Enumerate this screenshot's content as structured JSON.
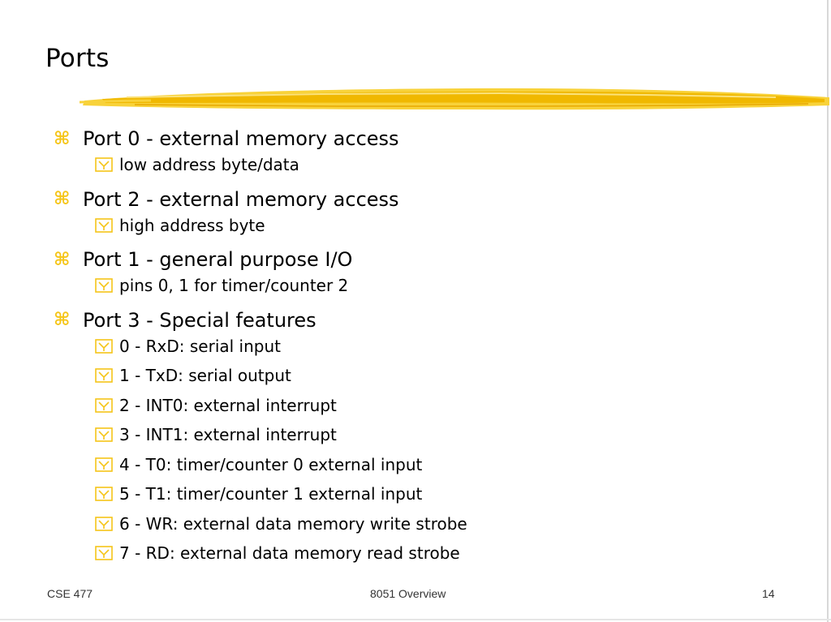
{
  "slide": {
    "title": "Ports",
    "accent_color": "#f5c518",
    "bullet_icon_level1": "command-key-icon",
    "bullet_icon_level2": "checkbox-y-icon",
    "items": [
      {
        "text": "Port 0 - external memory access",
        "children": [
          "low address byte/data"
        ]
      },
      {
        "text": "Port 2 - external memory access",
        "children": [
          "high address byte"
        ]
      },
      {
        "text": "Port 1 - general purpose I/O",
        "children": [
          "pins 0, 1 for timer/counter 2"
        ]
      },
      {
        "text": "Port 3 - Special features",
        "children": [
          "0 - RxD: serial input",
          "1 - TxD: serial output",
          "2 - INT0: external interrupt",
          "3 - INT1: external interrupt",
          "4 - T0: timer/counter 0 external input",
          "5 - T1: timer/counter 1 external input",
          "6 - WR: external data memory write strobe",
          "7 - RD: external data memory read strobe"
        ]
      }
    ]
  },
  "footer": {
    "left": "CSE 477",
    "center": "8051 Overview",
    "page": "14"
  }
}
